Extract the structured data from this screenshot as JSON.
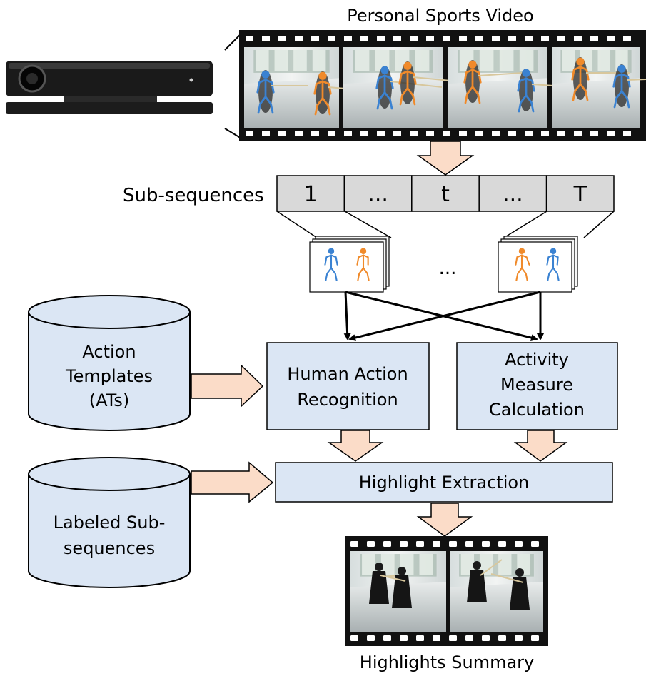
{
  "labels": {
    "personal_sports_video": "Personal Sports Video",
    "sub_sequences": "Sub-sequences",
    "ellipsis_frames": "...",
    "highlights_summary": "Highlights Summary"
  },
  "subsequence_cells": [
    "1",
    "...",
    "t",
    "...",
    "T"
  ],
  "databases": {
    "action_templates": [
      "Action",
      "Templates",
      "(ATs)"
    ],
    "labeled_subsequences": [
      "Labeled Sub-",
      "sequences"
    ]
  },
  "process_boxes": {
    "human_action_recognition": [
      "Human Action",
      "Recognition"
    ],
    "activity_measure": [
      "Activity",
      "Measure",
      "Calculation"
    ],
    "highlight_extraction": "Highlight Extraction"
  },
  "colors": {
    "box_fill": "#dbe6f4",
    "arrow_fill": "#fbdcc8",
    "cell_fill": "#d9d9d9",
    "skeleton_blue": "#3a82d2",
    "skeleton_orange": "#f08a2a",
    "film": "#111111"
  },
  "icons": {
    "sensor": "depth-camera-sensor",
    "skeleton": "stick-figure-skeleton"
  }
}
